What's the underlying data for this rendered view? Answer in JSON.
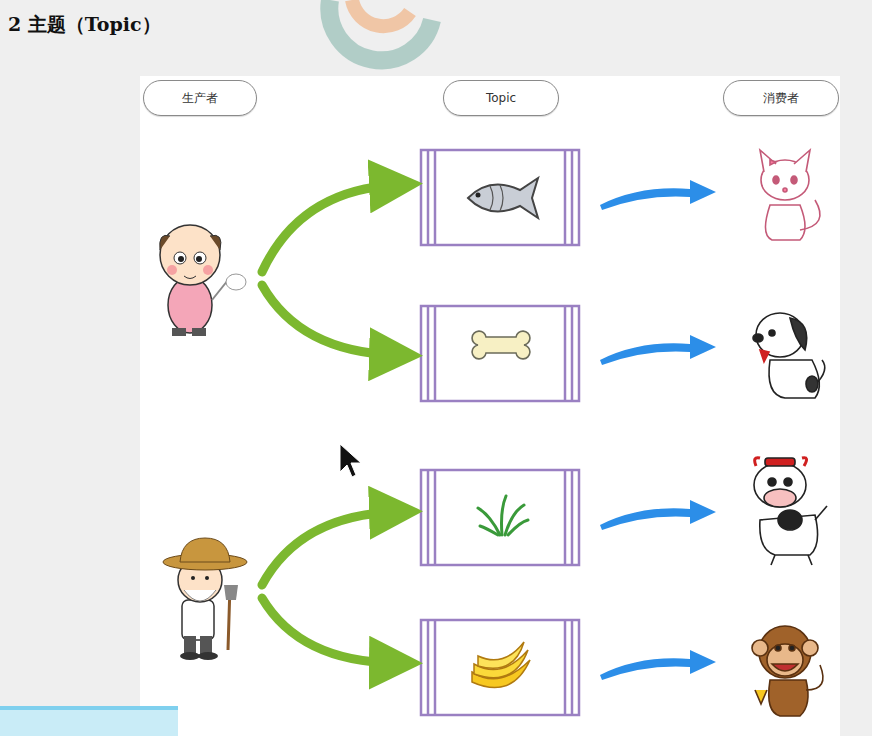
{
  "diagram": {
    "title": "2 主题（Topic）",
    "nodes": [
      {
        "text": [
          "生产者"
        ]
      },
      {
        "text": [
          "Topic"
        ]
      },
      {
        "text": [
          "消费者"
        ]
      }
    ]
  }
}
